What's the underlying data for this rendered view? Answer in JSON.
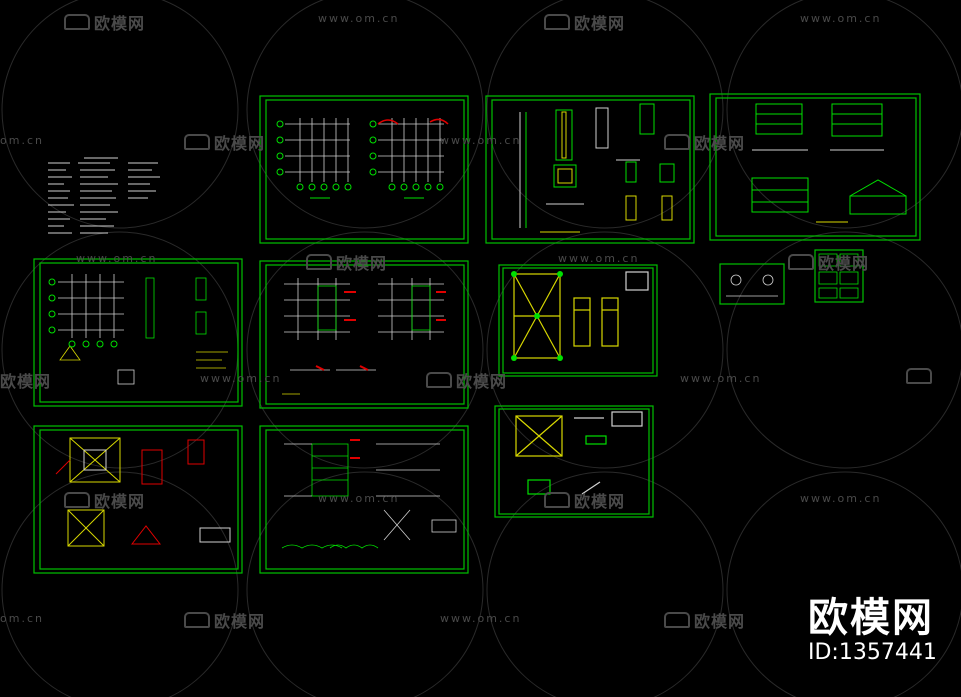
{
  "watermark": {
    "url": "www.om.cn",
    "url_partial": "om.cn",
    "cn": "欧模网"
  },
  "brand": {
    "name": "欧模网",
    "id_label": "ID:1357441"
  },
  "colors": {
    "background": "#000000",
    "frame": "#00c000",
    "line_yellow": "#d8d800",
    "line_green": "#00e000",
    "line_red": "#e00000",
    "line_white": "#d0d0d0",
    "watermark": "#4a4a4a"
  }
}
